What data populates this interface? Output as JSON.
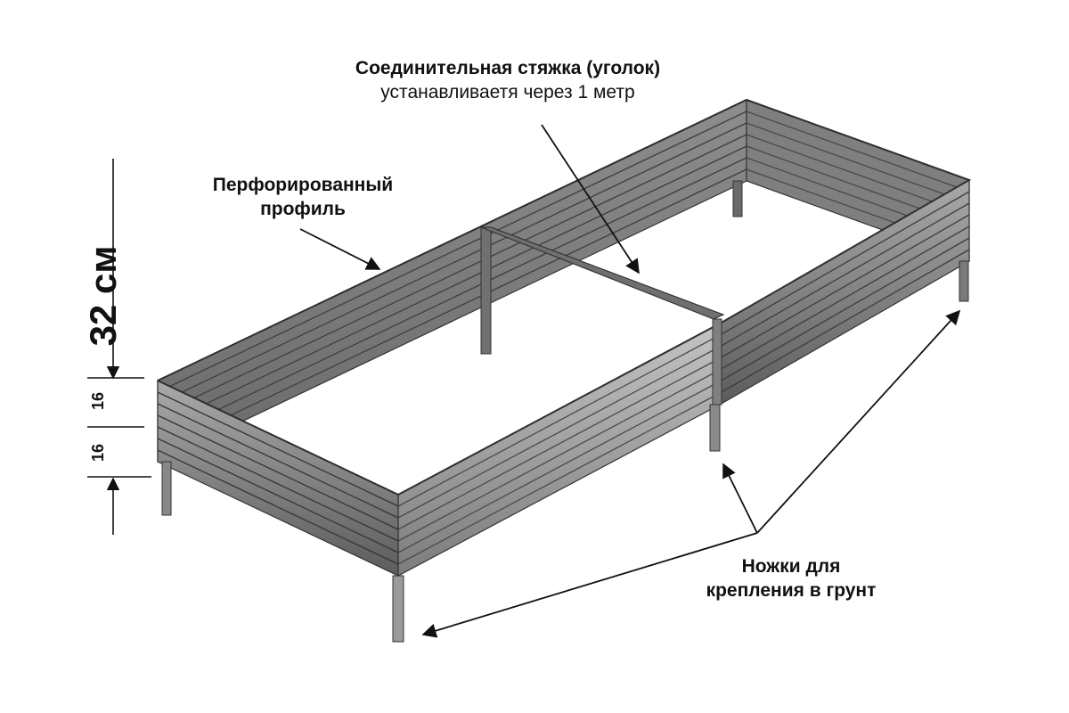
{
  "labels": {
    "connector_title": "Соединительная стяжка (уголок)",
    "connector_subtitle": "устанавливаетя через 1 метр",
    "profile_line1": "Перфорированный",
    "profile_line2": "профиль",
    "legs_line1": "Ножки для",
    "legs_line2": "крепления в грунт"
  },
  "dimensions": {
    "total_height": "32 см",
    "upper_section": "16",
    "lower_section": "16"
  },
  "colors": {
    "metal_light": "#b7b7b7",
    "metal_mid": "#8e8e8e",
    "metal_dark": "#555555",
    "rib_line": "#3d3d3d",
    "text": "#111111"
  }
}
